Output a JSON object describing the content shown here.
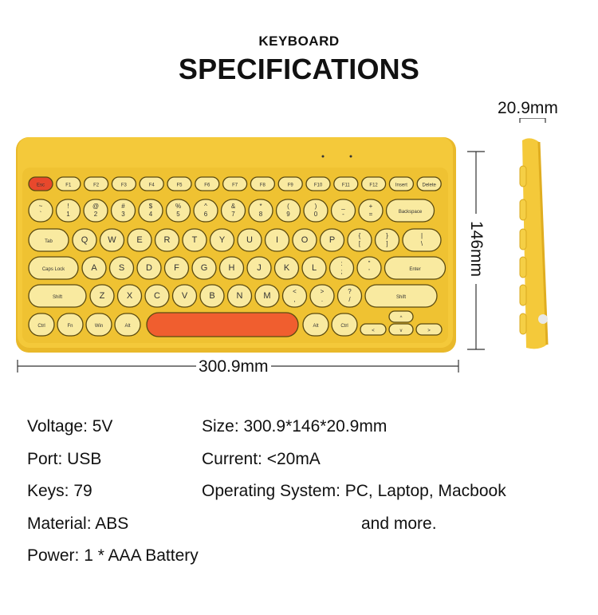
{
  "header": {
    "subtitle": "KEYBOARD",
    "title": "SPECIFICATIONS"
  },
  "dimensions": {
    "thickness": "20.9mm",
    "height": "146mm",
    "width": "300.9mm"
  },
  "colors": {
    "keyboard_body": "#f2c534",
    "keycap": "#f9eaa0",
    "spacebar": "#f05e2f",
    "esc_key": "#e8482c"
  },
  "keyboard": {
    "row0": [
      "Esc",
      "F1",
      "F2",
      "F3",
      "F4",
      "F5",
      "F6",
      "F7",
      "F8",
      "F9",
      "F10",
      "F11",
      "F12",
      "Insert",
      "Delete"
    ],
    "row1": [
      "~\n`",
      "!\n1",
      "@\n2",
      "#\n3",
      "$\n4",
      "%\n5",
      "^\n6",
      "&\n7",
      "*\n8",
      "(\n9",
      ")\n0",
      "_\n-",
      "+\n=",
      "Backspace"
    ],
    "row2": [
      "Tab",
      "Q",
      "W",
      "E",
      "R",
      "T",
      "Y",
      "U",
      "I",
      "O",
      "P",
      "{\n[",
      "}\n]",
      "|\n\\"
    ],
    "row3": [
      "Caps Lock",
      "A",
      "S",
      "D",
      "F",
      "G",
      "H",
      "J",
      "K",
      "L",
      ":\n;",
      "\"\n'",
      "Enter"
    ],
    "row4": [
      "Shift",
      "Z",
      "X",
      "C",
      "V",
      "B",
      "N",
      "M",
      "<\n,",
      ">\n.",
      "?\n/",
      "Shift"
    ],
    "row5": [
      "Ctrl",
      "Fn",
      "Win",
      "Alt",
      "Alt",
      "Ctrl"
    ]
  },
  "specs": {
    "left": [
      "Voltage: 5V",
      "Port: USB",
      "Keys: 79",
      "Material: ABS",
      "Power: 1 * AAA Battery"
    ],
    "right": [
      "Size: 300.9*146*20.9mm",
      "Current: <20mA",
      "Operating System: PC, Laptop, Macbook",
      "and more."
    ]
  }
}
